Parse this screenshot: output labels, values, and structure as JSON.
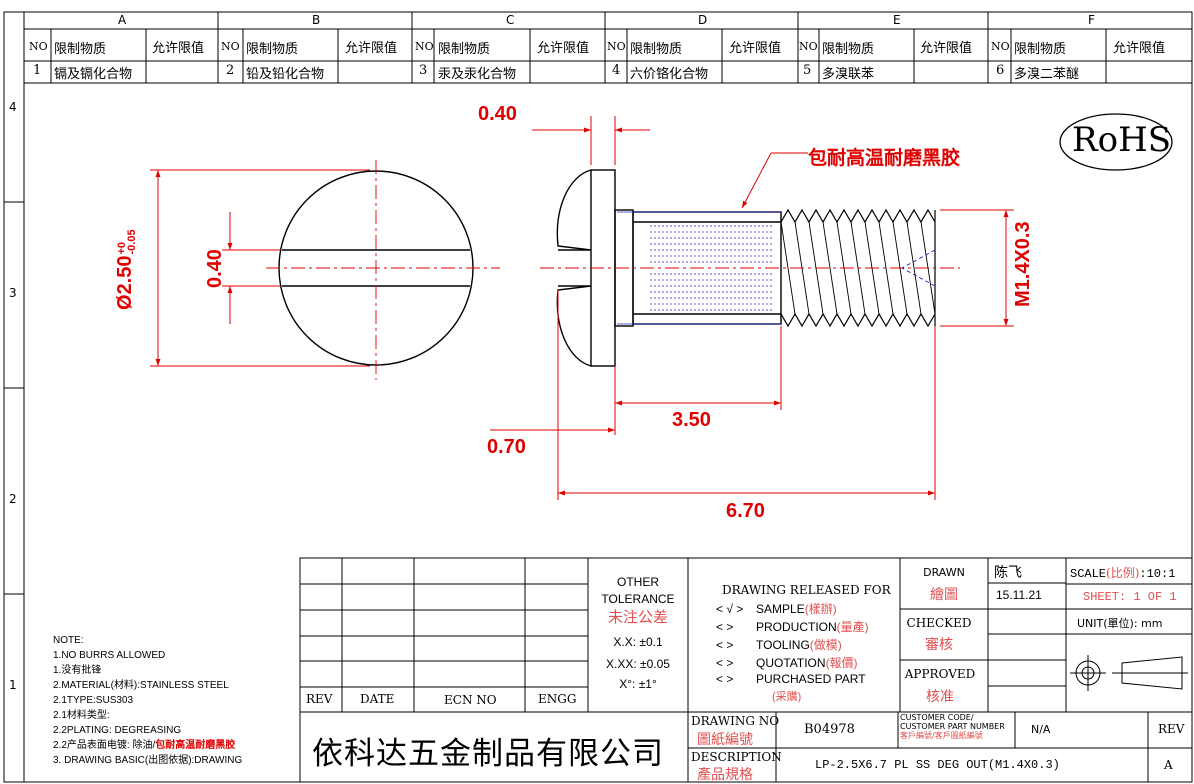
{
  "restriction_table": {
    "column_letters": [
      "A",
      "B",
      "C",
      "D",
      "E",
      "F"
    ],
    "header_no": "NO",
    "header_substance": "限制物质",
    "header_limit": "允许限值",
    "rows": [
      {
        "no": "1",
        "substance": "镉及镉化合物"
      },
      {
        "no": "2",
        "substance": "铅及铅化合物"
      },
      {
        "no": "3",
        "substance": "汞及汞化合物"
      },
      {
        "no": "4",
        "substance": "六价铬化合物"
      },
      {
        "no": "5",
        "substance": "多溴联苯"
      },
      {
        "no": "6",
        "substance": "多溴二苯醚"
      }
    ]
  },
  "row_numbers": [
    "4",
    "3",
    "2",
    "1"
  ],
  "rohs": "RoHS",
  "dimensions": {
    "d_040_top": "0.40",
    "slot_040": "0.40",
    "diameter": "Ø2.50",
    "diameter_tol_upper": "+0",
    "diameter_tol_lower": "-0.05",
    "d_350": "3.50",
    "d_070": "0.70",
    "d_670": "6.70",
    "thread": "M1.4X0.3",
    "coating_note": "包耐高温耐磨黑胶"
  },
  "notes": {
    "lines": [
      "NOTE:",
      "1.NO BURRS ALLOWED",
      "1.没有批锋",
      "2.MATERIAL(材料):STAINLESS STEEL",
      "2.1TYPE:SUS303",
      "2.1材料类型:",
      "2.2PLATING: DEGREASING"
    ],
    "plating_cn_prefix": "2.2产品表面电镀: 除油/",
    "plating_cn_red": "包耐高温耐磨黑胶",
    "drawing_basic": "3. DRAWING BASIC(出图依据):DRAWING"
  },
  "revision_table": {
    "rev": "REV",
    "date": "DATE",
    "ecn": "ECN NO",
    "engg": "ENGG"
  },
  "company": "依科达五金制品有限公司",
  "tolerance": {
    "title1": "OTHER",
    "title2": "TOLERANCE",
    "cn": "未注公差",
    "xx": "X.X: ±0.1",
    "xxx": "X.XX: ±0.05",
    "angle": "X°: ±1°"
  },
  "release": {
    "title": "DRAWING RELEASED FOR",
    "items": [
      {
        "mark": "< √ >",
        "en": "SAMPLE",
        "cn": "(樣辦)"
      },
      {
        "mark": "<   >",
        "en": "PRODUCTION",
        "cn": "(量產)"
      },
      {
        "mark": "<   >",
        "en": "TOOLING",
        "cn": "(做模)"
      },
      {
        "mark": "<   >",
        "en": "QUOTATION",
        "cn": "(報價)"
      },
      {
        "mark": "<   >",
        "en": "PURCHASED PART",
        "cn": "(采購)"
      }
    ]
  },
  "approval": {
    "drawn_en": "DRAWN",
    "drawn_cn": "繪圖",
    "drawn_name": "陈飞",
    "drawn_date": "15.11.21",
    "checked_en": "CHECKED",
    "checked_cn": "審核",
    "approved_en": "APPROVED",
    "approved_cn": "核准"
  },
  "scale": {
    "label": "SCALE",
    "label_cn": "(比例)",
    "value": ":10:1",
    "sheet": "SHEET:  1 OF 1",
    "unit": "UNIT(單位): mm"
  },
  "drawing_no": {
    "label_en": "DRAWING NO",
    "label_cn": "圖紙編號",
    "value": "B04978",
    "customer_code_en": "CUSTOMER CODE/",
    "customer_part_en": "CUSTOMER PART NUMBER",
    "customer_cn": "客戶編號/客戶圖紙編號",
    "customer_value": "N/A",
    "rev_label": "REV",
    "rev_value": "A"
  },
  "description": {
    "label_en": "DESCRIPTION",
    "label_cn": "產品規格",
    "value": "LP-2.5X6.7 PL SS DEG OUT(M1.4X0.3)"
  }
}
